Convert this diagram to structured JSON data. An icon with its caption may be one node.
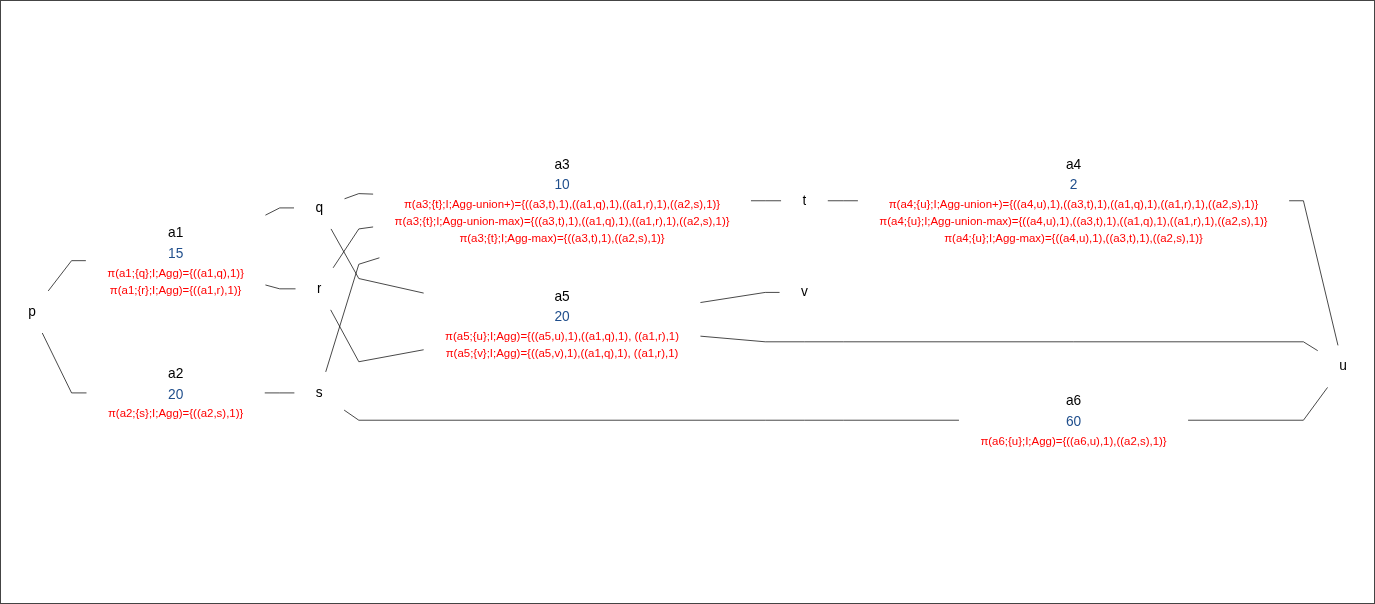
{
  "diagram": {
    "nodes": [
      {
        "text": [
          "p"
        ]
      },
      {
        "text": [
          "a1",
          "15"
        ],
        "beside": [
          "π(a1;{q};I;Agg)={((a1,q),1)}",
          "π(a1;{r};I;Agg)={((a1,r),1)}"
        ]
      },
      {
        "text": [
          "a2",
          "20"
        ],
        "beside": [
          "π(a2;{s};I;Agg)={((a2,s),1)}"
        ]
      },
      {
        "text": [
          "q"
        ]
      },
      {
        "text": [
          "r"
        ]
      },
      {
        "text": [
          "s"
        ]
      },
      {
        "text": [
          "a3",
          "10"
        ],
        "beside": [
          "π(a3;{t};I;Agg-union+)={((a3,t),1),((a1,q),1),((a1,r),1),((a2,s),1)}",
          "π(a3;{t};I;Agg-union-max)={((a3,t),1),((a1,q),1),((a1,r),1),((a2,s),1)}",
          "π(a3;{t};I;Agg-max)={((a3,t),1),((a2,s),1)}"
        ]
      },
      {
        "text": [
          "a5",
          "20"
        ],
        "beside": [
          "π(a5;{u};I;Agg)={((a5,u),1),((a1,q),1), ((a1,r),1)",
          "π(a5;{v};I;Agg)={((a5,v),1),((a1,q),1), ((a1,r),1)"
        ]
      },
      {
        "text": [
          "a6",
          "60"
        ],
        "beside": [
          "π(a6;{u};I;Agg)={((a6,u),1),((a2,s),1)}"
        ]
      },
      {
        "text": [
          "t"
        ]
      },
      {
        "text": [
          "v"
        ]
      },
      {
        "text": [
          "a4",
          "2"
        ],
        "beside": [
          "π(a4;{u};I;Agg-union+)={((a4,u),1),((a3,t),1),((a1,q),1),((a1,r),1),((a2,s),1)}",
          "π(a4;{u};I;Agg-union-max)={((a4,u),1),((a3,t),1),((a1,q),1),((a1,r),1),((a2,s),1)}",
          "π(a4;{u};I;Agg-max)={((a4,u),1),((a3,t),1),((a2,s),1)}"
        ]
      },
      {
        "text": [
          "u"
        ]
      }
    ],
    "edges": [
      {
        "from": 0,
        "to": 1,
        "arrow": "none"
      },
      {
        "from": 0,
        "to": 2,
        "arrow": "none"
      },
      {
        "from": 1,
        "to": 3,
        "arrow": "none"
      },
      {
        "from": 1,
        "to": 4,
        "arrow": "none"
      },
      {
        "from": 2,
        "to": 5,
        "arrow": "none"
      },
      {
        "from": 3,
        "to": 6,
        "arrow": "none"
      },
      {
        "from": 3,
        "to": 7,
        "arrow": "none"
      },
      {
        "from": 4,
        "to": 6,
        "arrow": "none"
      },
      {
        "from": 4,
        "to": 7,
        "arrow": "none"
      },
      {
        "from": 5,
        "to": 6,
        "arrow": "none"
      },
      {
        "from": 5,
        "to": 8,
        "arrow": "none"
      },
      {
        "from": 6,
        "to": 9,
        "arrow": "none"
      },
      {
        "from": 9,
        "to": 11,
        "arrow": "none"
      },
      {
        "from": 11,
        "to": 12,
        "arrow": "none"
      },
      {
        "from": 7,
        "to": 12,
        "arrow": "none"
      },
      {
        "from": 7,
        "to": 10,
        "arrow": "none"
      },
      {
        "from": 8,
        "to": 12,
        "arrow": "none"
      }
    ]
  }
}
